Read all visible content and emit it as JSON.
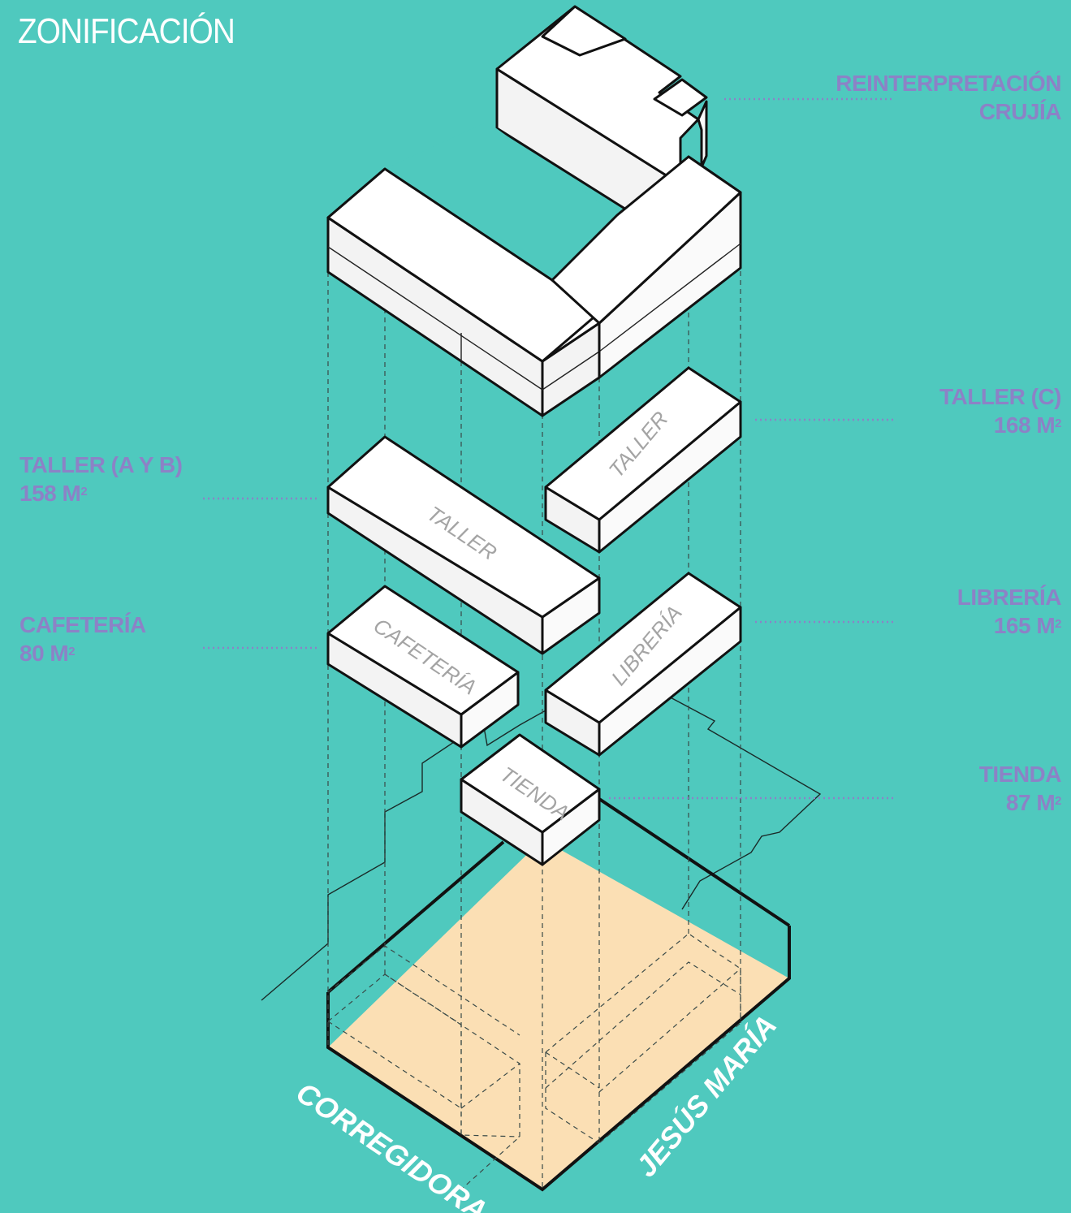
{
  "title": "ZONIFICACIÓN",
  "labels": {
    "crujia": {
      "line1": "REINTERPRETACIÓN",
      "line2": "CRUJÍA"
    },
    "taller_c": {
      "line1": "TALLER  (C)",
      "area": "168 M",
      "sup": "2"
    },
    "taller_ab": {
      "line1": "TALLER  (A Y B)",
      "area": "158 M",
      "sup": "2"
    },
    "cafeteria": {
      "line1": "CAFETERÍA",
      "area": "80 M",
      "sup": "2"
    },
    "libreria": {
      "line1": "LIBRERÍA",
      "area": "165 M",
      "sup": "2"
    },
    "tienda": {
      "line1": "TIENDA",
      "area": "87 M",
      "sup": "2"
    }
  },
  "volumes": {
    "taller_c": "TALLER",
    "taller_ab": "TALLER",
    "cafeteria": "CAFETERÍA",
    "libreria": "LIBRERÍA",
    "tienda": "TIENDA"
  },
  "streets": {
    "left": "CORREGIDORA",
    "right": "JESÚS MARÍA"
  },
  "colors": {
    "background": "#4fc9be",
    "label": "#8c82c6",
    "site": "#fbdfb4",
    "volume": "#ffffff"
  }
}
